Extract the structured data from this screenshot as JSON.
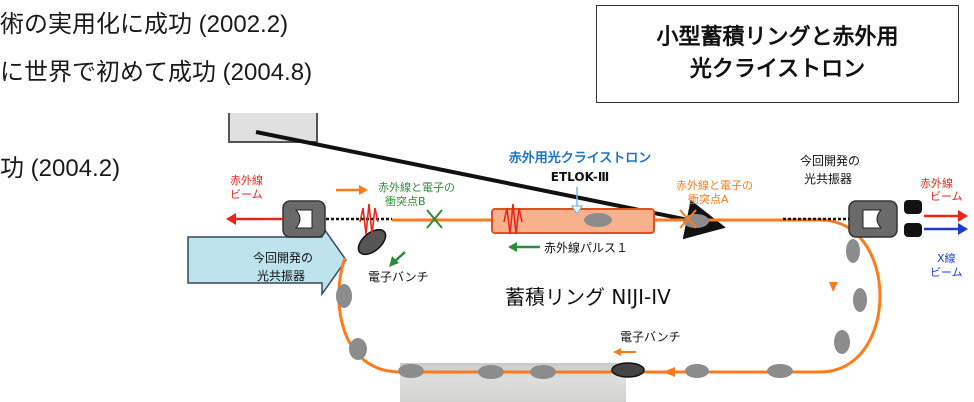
{
  "left_text": {
    "line1": "術の実用化に成功 (2002.2)",
    "line2": "に世界で初めて成功 (2004.8)",
    "line3": "功 (2004.2)"
  },
  "title_box": {
    "line1": "小型蓄積リングと赤外用",
    "line2": "光クライストロン"
  },
  "diagram": {
    "klystron_label": "赤外用光クライストロン",
    "klystron_model": "ETLOK-Ⅲ",
    "ir_beam_left": [
      "赤外線",
      "ビーム"
    ],
    "ir_beam_right": [
      "赤外線",
      "ビーム"
    ],
    "xray_beam": [
      "X線",
      "ビーム"
    ],
    "collision_b": [
      "赤外線と電子の",
      "衝突点B"
    ],
    "collision_a": [
      "赤外線と電子の",
      "衝突点A"
    ],
    "resonator_left": [
      "今回開発の",
      "光共振器"
    ],
    "resonator_right": [
      "今回開発の",
      "光共振器"
    ],
    "ir_pulse": "赤外線パルス１",
    "electron_bunch_left": "電子バンチ",
    "electron_bunch_bottom": "電子バンチ",
    "ring_name": "蓄積リング NIJI-IV"
  },
  "colors": {
    "ring": "#ff7a1a",
    "ir_red": "#e8261c",
    "xray_blue": "#1a3ccf",
    "green_label": "#2e8b3a",
    "klystron_blue": "#1a73c9",
    "bunch_gray": "#8c8c8c",
    "arrow_fill": "#bfe3ec",
    "arrow_stroke": "#33495c"
  }
}
